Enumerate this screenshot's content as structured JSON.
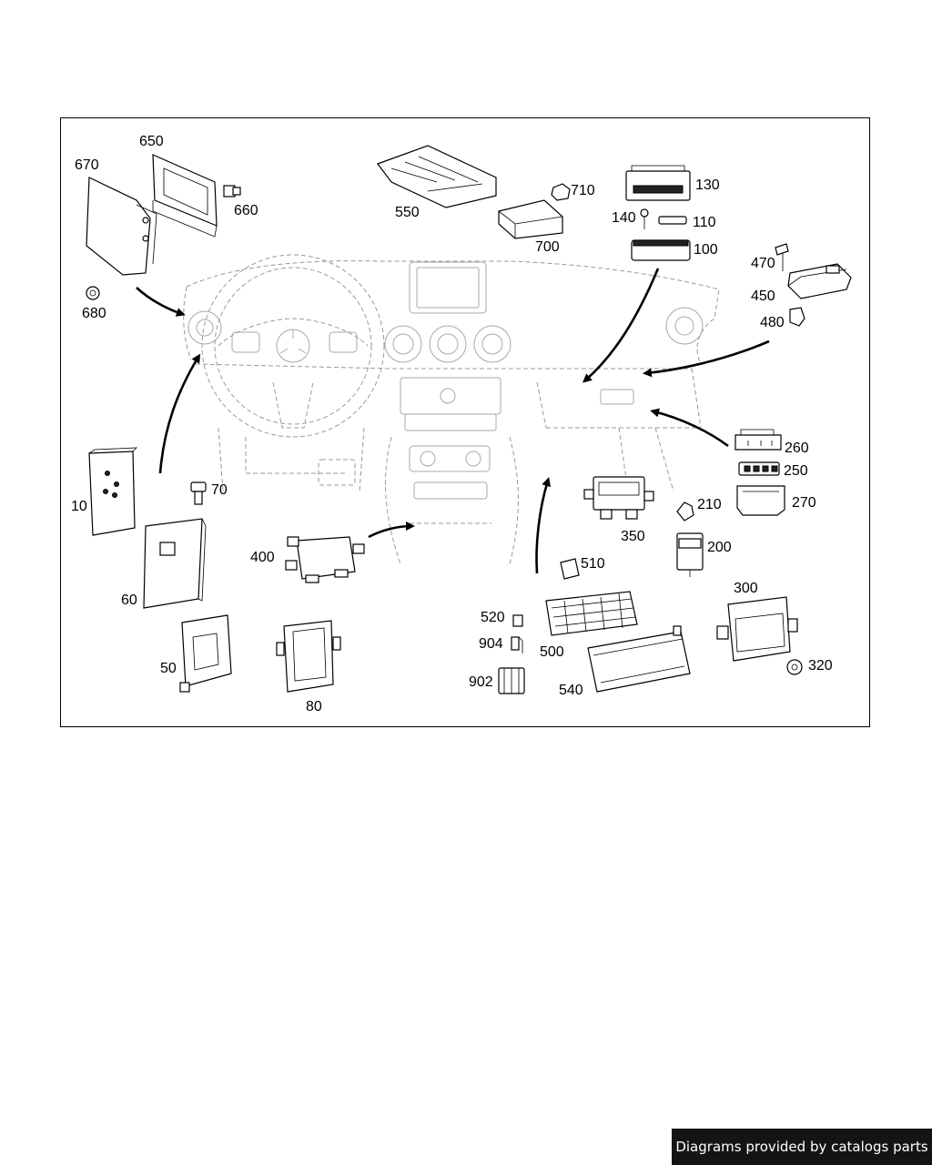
{
  "footer": {
    "text": "Diagrams provided by catalogs parts"
  },
  "callouts": {
    "c10": "10",
    "c50": "50",
    "c60": "60",
    "c70": "70",
    "c80": "80",
    "c100": "100",
    "c110": "110",
    "c130": "130",
    "c140": "140",
    "c200": "200",
    "c210": "210",
    "c250": "250",
    "c260": "260",
    "c270": "270",
    "c300": "300",
    "c320": "320",
    "c350": "350",
    "c400": "400",
    "c450": "450",
    "c470": "470",
    "c480": "480",
    "c500": "500",
    "c510": "510",
    "c520": "520",
    "c540": "540",
    "c550": "550",
    "c650": "650",
    "c660": "660",
    "c670": "670",
    "c680": "680",
    "c700": "700",
    "c710": "710",
    "c902": "902",
    "c904": "904"
  },
  "icons": {
    "arrow": "curved-arrow-icon",
    "dashboard": "dashboard-outline-icon"
  },
  "colors": {
    "line": "#000000",
    "ghost": "#9a9a9a",
    "footer_bg": "#141414",
    "footer_text": "#ffffff"
  }
}
